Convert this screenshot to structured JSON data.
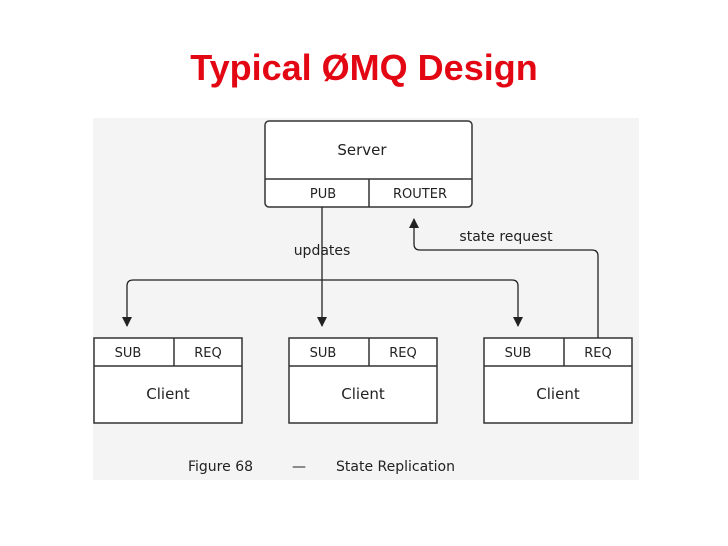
{
  "slide": {
    "title": "Typical ØMQ Design"
  },
  "server": {
    "name": "Server",
    "sockets": [
      "PUB",
      "ROUTER"
    ]
  },
  "clients": [
    {
      "name": "Client",
      "sockets": [
        "SUB",
        "REQ"
      ]
    },
    {
      "name": "Client",
      "sockets": [
        "SUB",
        "REQ"
      ]
    },
    {
      "name": "Client",
      "sockets": [
        "SUB",
        "REQ"
      ]
    }
  ],
  "edges": {
    "updates_label": "updates",
    "state_request_label": "state request"
  },
  "caption": {
    "figure": "Figure 68",
    "dash": "—",
    "text": "State Replication"
  }
}
